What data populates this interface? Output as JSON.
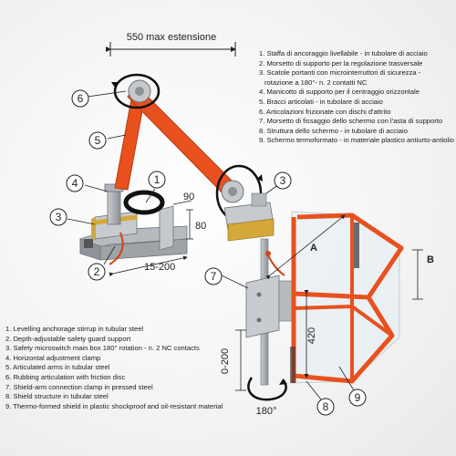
{
  "extension_label": "550 max estensione",
  "callouts": [
    "1",
    "2",
    "3",
    "4",
    "5",
    "6",
    "7",
    "8",
    "9"
  ],
  "dimensions": {
    "d90": "90",
    "d80": "80",
    "d15_200": "15-200",
    "a": "A",
    "b": "B",
    "d420": "420",
    "d0_200": "0-200",
    "rot180": "180°"
  },
  "legend_it": [
    "1. Staffa di ancoraggio livellabile - in tubolare di acciaio",
    "2. Morsetto di supporto per la regolazione trasversale",
    "3. Scatole portanti con microinterruttori di sicurezza -",
    "   rotazione a 180°- n. 2 contatti NC",
    "4. Manicotto di supporto per il centraggio orizzontale",
    "5. Bracci articolati - in tubolare di acciaio",
    "6. Articolazioni frizionate con dischi d'attrito",
    "7. Morsetto di fissaggio dello schermo con l'asta di supporto",
    "8. Struttura dello schermo - in tubolare di acciaio",
    "9. Schermo termoformato - in materiale plastico antiurto-antiolio"
  ],
  "legend_en": [
    "1. Levelling anchorage stirrup in tubular steel",
    "2. Depth-adjustable safety guard support",
    "3. Safety microswitch main box 180° rotation - n. 2 NC contacts",
    "4. Horizontal adjustment clamp",
    "5. Articulated arms in tubular steel",
    "6. Rubbing articulation with friction disc",
    "7. Shield-arm connection clamp in pressed steel",
    "8. Shield structure in tubular steel",
    "9. Thermo-formed shield in plastic shockproof and oil-resistant material"
  ],
  "colors": {
    "accent": "#e8511d",
    "steel": "#a9adb1",
    "ink": "#222222",
    "shield": "#e6eef2"
  }
}
